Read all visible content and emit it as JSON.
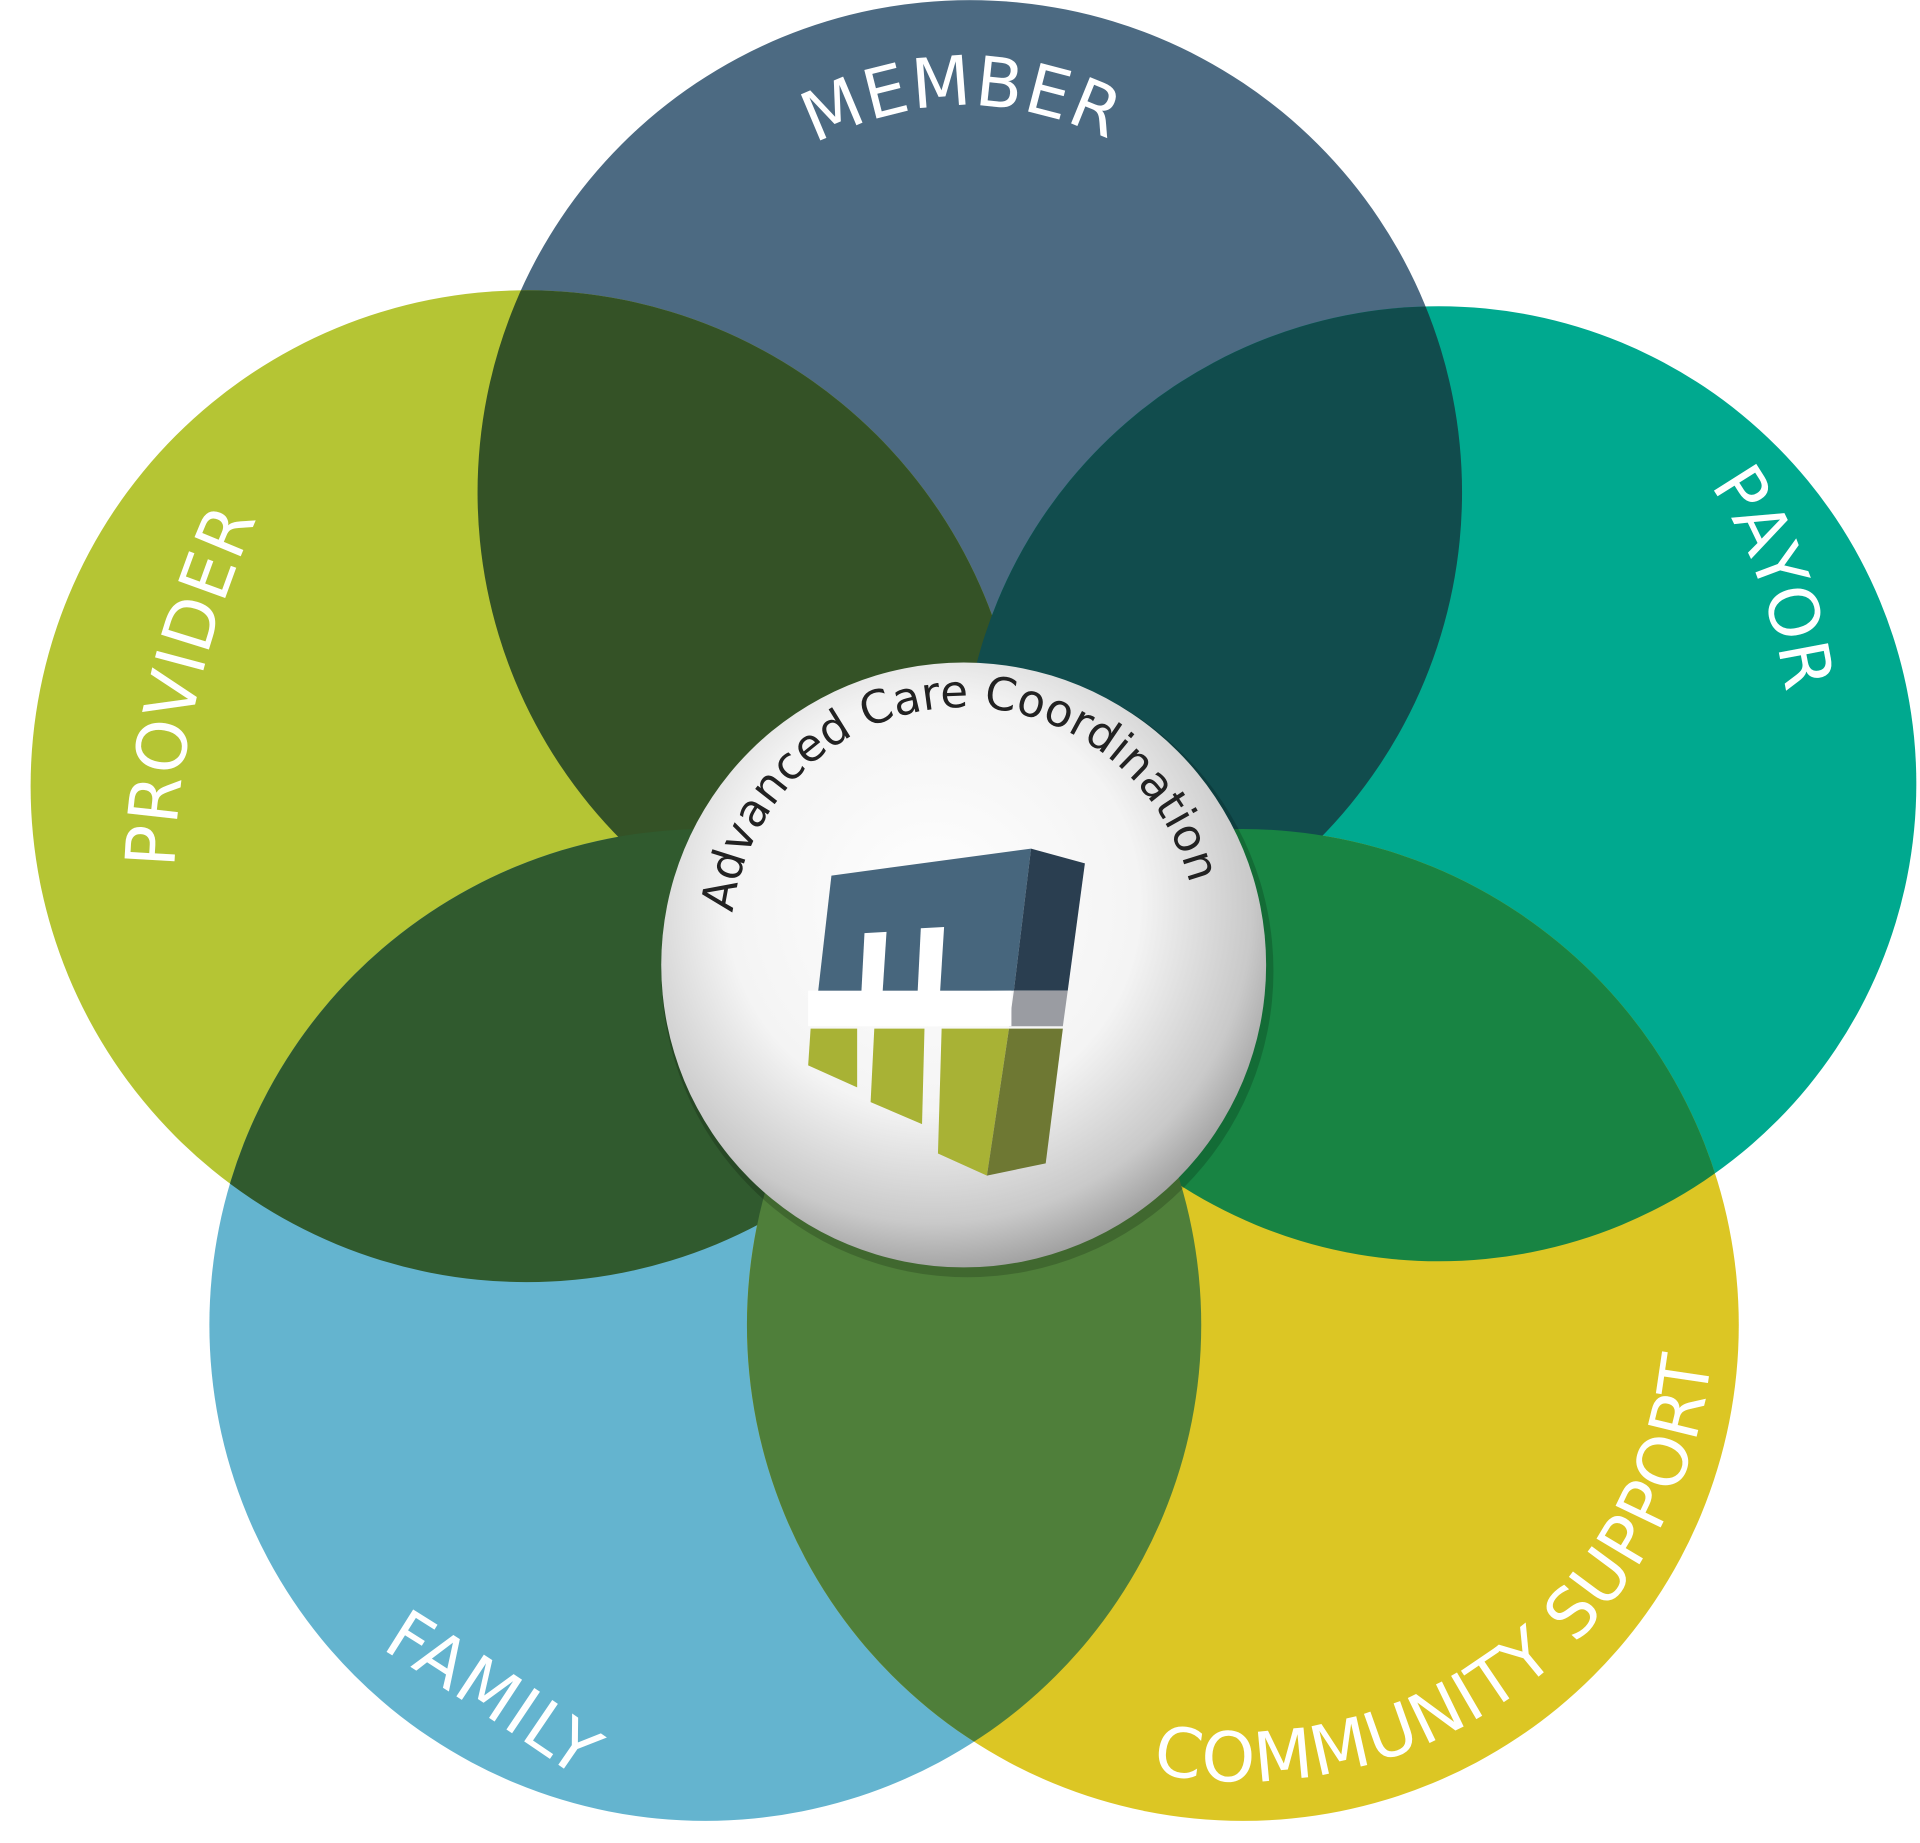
{
  "diagram": {
    "center_title": "Advanced Care Coordination",
    "segments": [
      {
        "id": "member",
        "label": "MEMBER",
        "color": "#4c6a82"
      },
      {
        "id": "provider",
        "label": "PROVIDER",
        "color": "#b5c534"
      },
      {
        "id": "payor",
        "label": "PAYOR",
        "color": "#00a98f"
      },
      {
        "id": "family",
        "label": "FAMILY",
        "color": "#64b4cf"
      },
      {
        "id": "community",
        "label": "COMMUNITY SUPPORT",
        "color": "#dcc624"
      }
    ],
    "overlap_colors": {
      "member_provider": "#345226",
      "member_payor": "#114c4d",
      "provider_family": "#305a2e",
      "payor_community": "#188443",
      "family_community": "#4f7f3a"
    },
    "logo_colors": {
      "blue_front": "#47667d",
      "blue_side": "#2a3e50",
      "green_front": "#a8b235",
      "green_side": "#6e7833",
      "gray_side": "#9a9ca2"
    }
  }
}
